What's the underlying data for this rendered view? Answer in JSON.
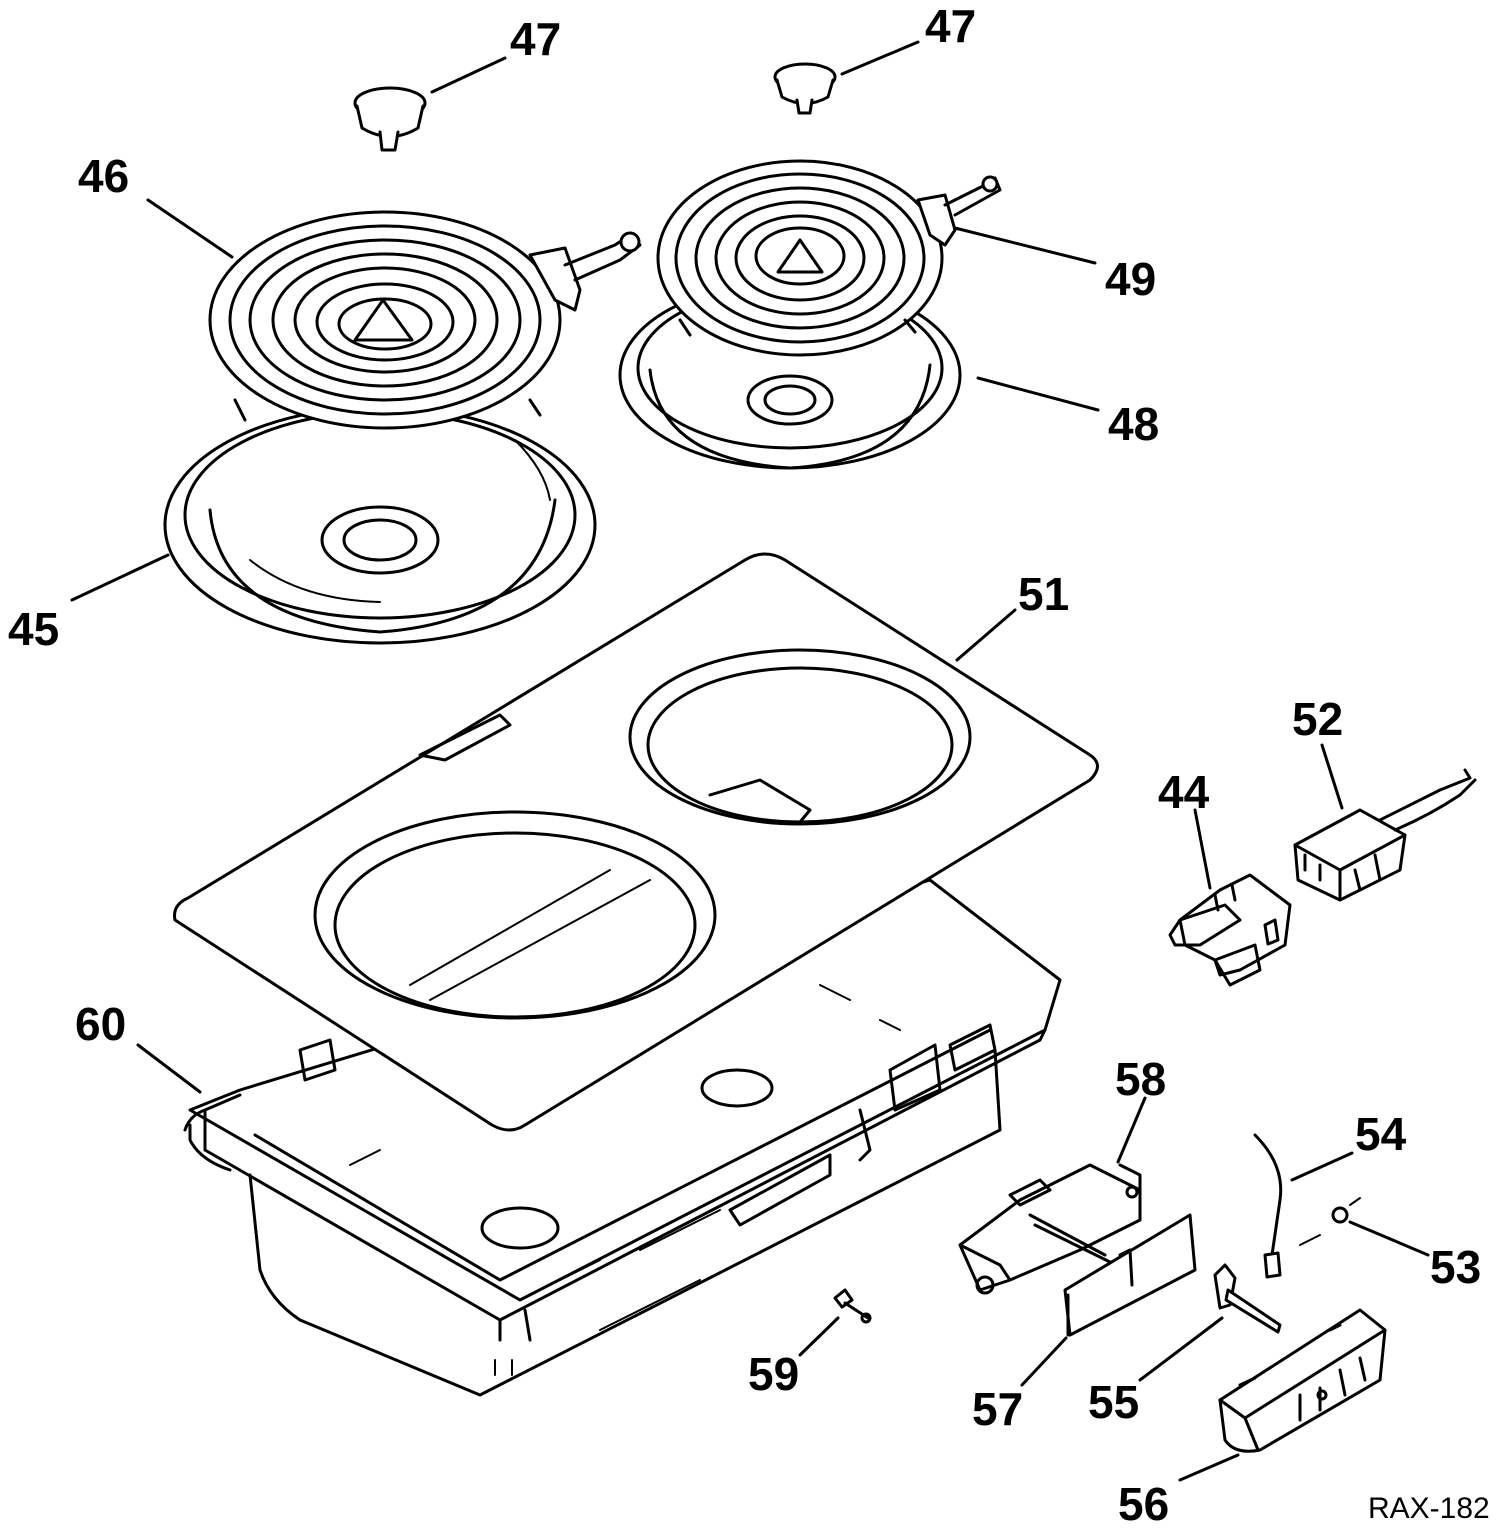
{
  "diagram": {
    "reference_code": "RAX-182",
    "parts": [
      {
        "id": "47a",
        "number": "47"
      },
      {
        "id": "47b",
        "number": "47"
      },
      {
        "id": "46",
        "number": "46"
      },
      {
        "id": "49",
        "number": "49"
      },
      {
        "id": "48",
        "number": "48"
      },
      {
        "id": "45",
        "number": "45"
      },
      {
        "id": "51",
        "number": "51"
      },
      {
        "id": "52",
        "number": "52"
      },
      {
        "id": "44",
        "number": "44"
      },
      {
        "id": "60",
        "number": "60"
      },
      {
        "id": "58",
        "number": "58"
      },
      {
        "id": "54",
        "number": "54"
      },
      {
        "id": "53",
        "number": "53"
      },
      {
        "id": "59",
        "number": "59"
      },
      {
        "id": "57",
        "number": "57"
      },
      {
        "id": "55",
        "number": "55"
      },
      {
        "id": "56",
        "number": "56"
      }
    ]
  },
  "style": {
    "ink_color": "#000000",
    "background_color": "#ffffff"
  }
}
